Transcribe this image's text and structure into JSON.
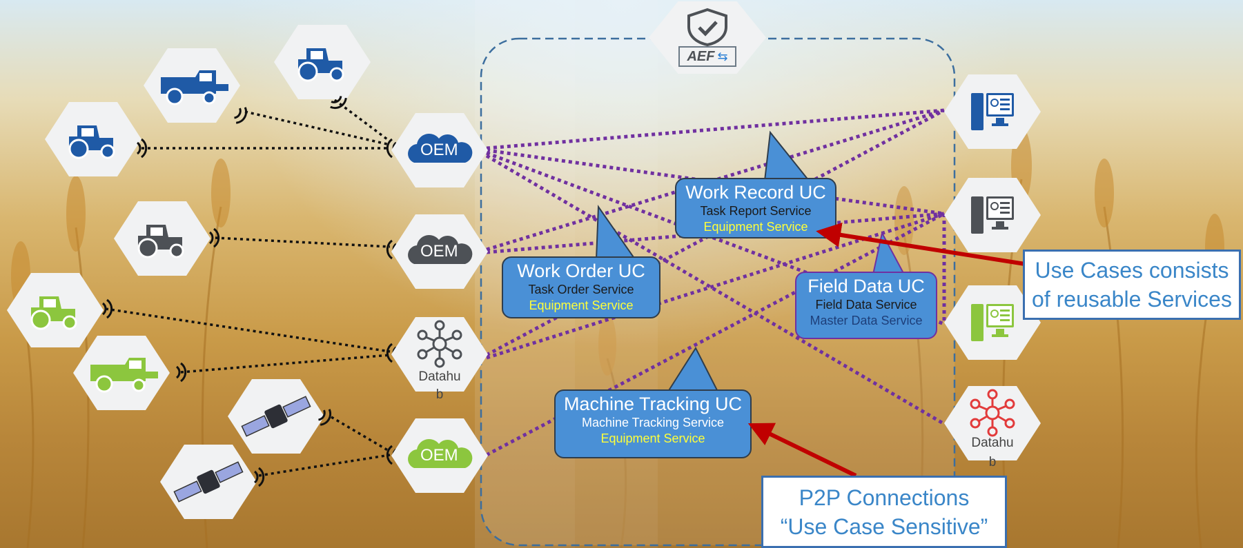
{
  "diagram": {
    "oem_label": "OEM",
    "datahub_label_line1": "Datahu",
    "datahub_label_line2": "b",
    "aef_logo_text": "AEF",
    "use_cases": [
      {
        "title": "Work Record UC",
        "service1": "Task Report Service",
        "service2": "Equipment Service"
      },
      {
        "title": "Work Order UC",
        "service1": "Task Order Service",
        "service2": "Equipment Service"
      },
      {
        "title": "Field Data UC",
        "service1": "Field Data Service",
        "service2": "Master Data Service"
      },
      {
        "title": "Machine Tracking UC",
        "service1": "Machine Tracking Service",
        "service2": "Equipment Service"
      }
    ],
    "callouts": {
      "services": [
        "Use Cases consists",
        "of reusable Services"
      ],
      "p2p": [
        "P2P Connections",
        "“Use Case Sensitive”"
      ]
    },
    "icons": {
      "machines": [
        "tractor-icon",
        "combine-harvester-icon",
        "tractor-icon",
        "tractor-icon",
        "tractor-icon",
        "combine-harvester-icon",
        "satellite-icon",
        "satellite-icon"
      ],
      "servers": [
        "computer-icon",
        "computer-icon",
        "computer-icon"
      ],
      "hubs": [
        "network-hub-icon",
        "network-hub-icon"
      ]
    },
    "colors": {
      "dark_blue": "#1f5aa6",
      "gray": "#4d5156",
      "green": "#8cc63e",
      "red": "#e23b3b",
      "purple_link": "#7030a0",
      "uc_bubble": "#4a90d6",
      "arrow": "#c00000"
    }
  }
}
